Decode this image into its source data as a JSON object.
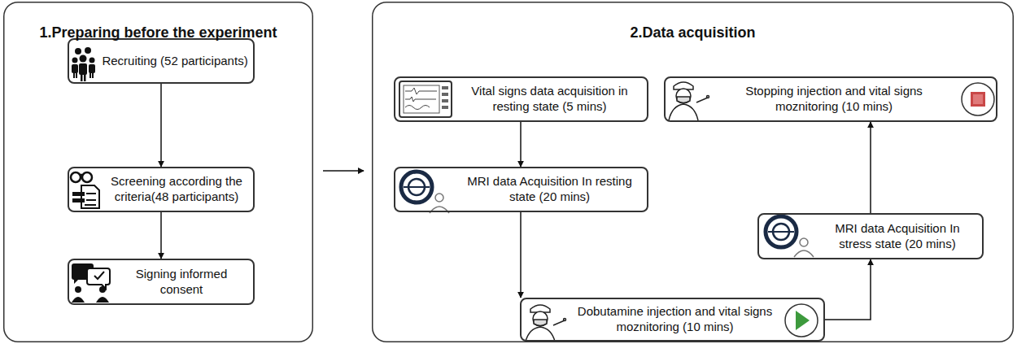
{
  "diagram": {
    "nodes": [
      {
        "text": [
          "1.Preparing before the experiment"
        ]
      },
      {
        "text": [
          "Recruiting (52 participants)"
        ],
        "in": 0
      },
      {
        "text": [
          "Screening according the criteria(48 participants)"
        ],
        "in": 0
      },
      {
        "text": [
          "Signing informed consent"
        ],
        "in": 0
      },
      {
        "text": [
          "2.Data acquisition"
        ]
      },
      {
        "text": [
          "Vital signs data acquisition in resting state (5 mins)"
        ],
        "in": 4
      },
      {
        "text": [
          "MRI data Acquisition In resting state (20 mins)"
        ],
        "in": 4
      },
      {
        "text": [
          "Dobutamine injection and vital signs moznitoring (10 mins)"
        ],
        "in": 4
      },
      {
        "text": [
          "MRI data Acquisition In stress state (20 mins)"
        ],
        "in": 4
      },
      {
        "text": [
          "Stopping injection and vital signs moznitoring (10 mins)"
        ],
        "in": 4
      }
    ],
    "edges": [
      {
        "from": 1,
        "to": 2,
        "arrow": "to"
      },
      {
        "from": 2,
        "to": 3,
        "arrow": "to"
      },
      {
        "from": 0,
        "to": 4,
        "arrow": "to"
      },
      {
        "from": 5,
        "to": 6,
        "arrow": "to"
      },
      {
        "from": 6,
        "to": 7,
        "arrow": "to"
      },
      {
        "from": 7,
        "to": 8,
        "arrow": "to"
      },
      {
        "from": 8,
        "to": 9,
        "arrow": "to"
      }
    ]
  }
}
